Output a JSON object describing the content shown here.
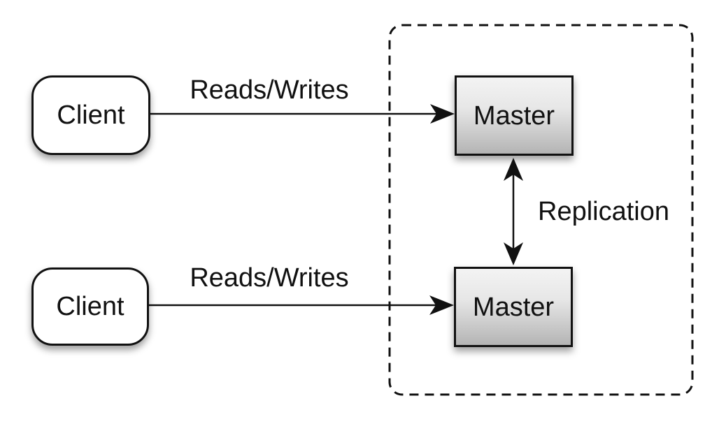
{
  "nodes": {
    "client_top": {
      "label": "Client"
    },
    "client_bottom": {
      "label": "Client"
    },
    "master_top": {
      "label": "Master"
    },
    "master_bottom": {
      "label": "Master"
    }
  },
  "edges": {
    "reads_writes_top": {
      "label": "Reads/Writes"
    },
    "reads_writes_bottom": {
      "label": "Reads/Writes"
    },
    "replication": {
      "label": "Replication"
    }
  },
  "colors": {
    "background": "#ffffff",
    "stroke": "#111111",
    "text": "#111111",
    "client_fill": "#ffffff",
    "master_gradient_top": "#f3f3f3",
    "master_gradient_bottom": "#b4b4b4"
  }
}
